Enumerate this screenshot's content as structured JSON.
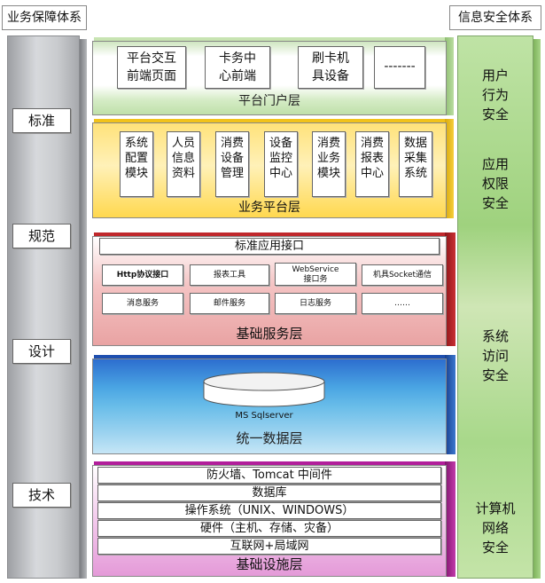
{
  "left_column": {
    "title": "业务保障体系",
    "items": [
      "标准",
      "规范",
      "设计",
      "技术"
    ]
  },
  "right_column": {
    "title": "信息安全体系",
    "items": [
      "用户\n行为\n安全",
      "应用\n权限\n安全",
      "系统\n访问\n安全",
      "计算机\n网络\n安全"
    ]
  },
  "layers": {
    "portal": {
      "title": "平台门户层",
      "boxes": [
        "平台交互\n前端页面",
        "卡务中\n心前端",
        "刷卡机\n具设备",
        "-------"
      ]
    },
    "business": {
      "title": "业务平台层",
      "boxes": [
        "系统\n配置\n模块",
        "人员\n信息\n资料",
        "消费\n设备\n管理",
        "设备\n监控\n中心",
        "消费\n业务\n模块",
        "消费\n报表\n中心",
        "数据\n采集\n系统"
      ]
    },
    "service": {
      "title": "基础服务层",
      "interface": "标准应用接口",
      "row1": [
        "Http协议接口",
        "报表工具",
        "WebService\n接口务",
        "机具Socket通信"
      ],
      "row2": [
        "消息服务",
        "邮件服务",
        "日志服务",
        "……"
      ]
    },
    "data": {
      "title": "统一数据层",
      "db_label": "MS Sqlserver"
    },
    "infra": {
      "title": "基础设施层",
      "rows": [
        "防火墙、Tomcat 中间件",
        "数据库",
        "操作系统（UNIX、WINDOWS）",
        "硬件（主机、存储、灾备）",
        "互联网+局域网"
      ]
    }
  }
}
